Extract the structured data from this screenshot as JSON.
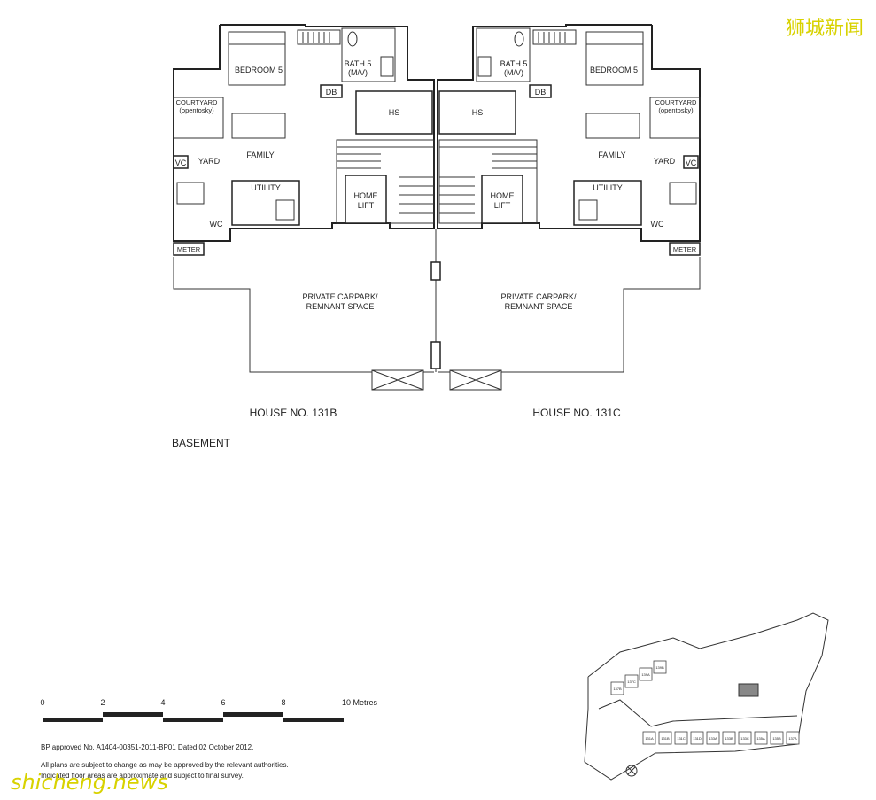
{
  "watermark": "狮城新闻",
  "brand": "shicheng.news",
  "left_unit": {
    "bedroom": "BEDROOM 5",
    "bath_line1": "BATH 5",
    "bath_line2": "(M/V)",
    "db": "DB",
    "hs": "HS",
    "courtyard_line1": "COURTYARD",
    "courtyard_line2": "(opentosky)",
    "family": "FAMILY",
    "vc": "VC",
    "yard": "YARD",
    "utility": "UTILITY",
    "lift_line1": "HOME",
    "lift_line2": "LIFT",
    "wc": "WC",
    "meter": "METER",
    "carpark_line1": "PRIVATE CARPARK/",
    "carpark_line2": "REMNANT SPACE",
    "house": "HOUSE NO. 131B"
  },
  "right_unit": {
    "bedroom": "BEDROOM 5",
    "bath_line1": "BATH 5",
    "bath_line2": "(M/V)",
    "db": "DB",
    "hs": "HS",
    "courtyard_line1": "COURTYARD",
    "courtyard_line2": "(opentosky)",
    "family": "FAMILY",
    "vc": "VC",
    "yard": "YARD",
    "utility": "UTILITY",
    "lift_line1": "HOME",
    "lift_line2": "LIFT",
    "wc": "WC",
    "meter": "METER",
    "carpark_line1": "PRIVATE CARPARK/",
    "carpark_line2": "REMNANT SPACE",
    "house": "HOUSE NO. 131C"
  },
  "level": "BASEMENT",
  "scale": {
    "ticks": [
      "0",
      "2",
      "4",
      "6",
      "8"
    ],
    "end_label": "10 Metres"
  },
  "notes": [
    "BP approved No. A1404-00351-2011-BP01 Dated 02 October 2012.",
    "All plans are subject to change as may be approved by  the relevant authorities.",
    "Indicated floor areas are approximate and subject to final survey."
  ],
  "site_plan": {
    "labels": [
      "131A",
      "131B",
      "131C",
      "131D",
      "133A",
      "133B",
      "133C",
      "135A",
      "135B",
      "137A",
      "137B",
      "137C",
      "139A",
      "139B"
    ]
  }
}
